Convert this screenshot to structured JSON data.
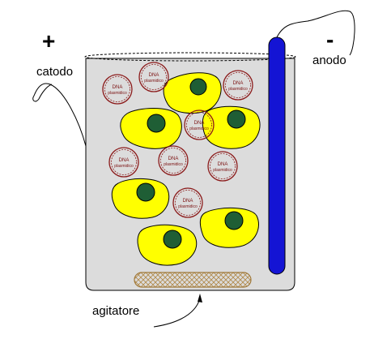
{
  "labels": {
    "plus": "+",
    "minus": "-",
    "cathode": "catodo",
    "anode": "anodo",
    "stirrer": "agitatore"
  },
  "plasmid": {
    "line1": "DNA",
    "line2": "plasmidico"
  },
  "colors": {
    "beaker_fill": "#dcdcdc",
    "cell_fill": "#ffff00",
    "nucleus_fill": "#1f5e35",
    "plasmid_ring": "#8b1a1a",
    "anode_bar": "#1414d4",
    "stirrer_hatch": "#c8a060"
  }
}
